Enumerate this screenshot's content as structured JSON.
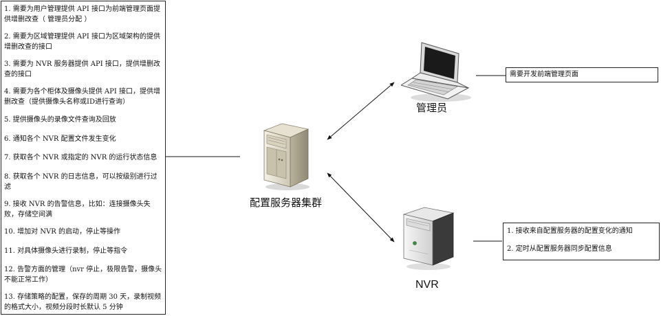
{
  "requirements": [
    "1. 需要为用户管理提供 API 接口为前端管理页面提供增删改查（ 管理员分配 ）",
    "2. 需要为区域管理提供 API 接口为区域架构的提供增删改查的接口",
    "3. 需要为 NVR 服务器提供 API 接口，提供增删改查的接口",
    "4. 需要为各个柜体及摄像头提供 API 接口，提供增删改查（提供摄像头名称或ID进行查询）",
    "5. 提供摄像头的录像文件查询及回放",
    "6. 通知各个 NVR 配置文件发生变化",
    "7. 获取各个 NVR 或指定的 NVR 的运行状态信息",
    "8. 获取各个 NVR 的日志信息，可以按级别进行过滤",
    "9. 接收 NVR 的告警信息，比如：连接摄像头失败，存储空间满",
    "10. 增加对 NVR 的启动，停止等操作",
    "11. 对具体摄像头进行录制，停止等指令",
    "12. 告警方面的管理（nvr 停止，极限告警，摄像头不能正常工作）",
    "13. 存储策略的配置，保存的周期 30 天，录制视频的格式大小，视频分段时长默认 5 分钟"
  ],
  "nodes": {
    "server": {
      "label": "配置服务器集群",
      "icon": "server-tower-icon"
    },
    "admin": {
      "label": "管理员",
      "icon": "laptop-icon"
    },
    "nvr": {
      "label": "NVR",
      "icon": "nvr-server-icon"
    }
  },
  "admin_note": "需要开发前端管理页面",
  "nvr_notes": [
    "1. 接收来自配置服务器的配置变化的通知",
    "2. 定时从配置服务器同步配置信息"
  ]
}
